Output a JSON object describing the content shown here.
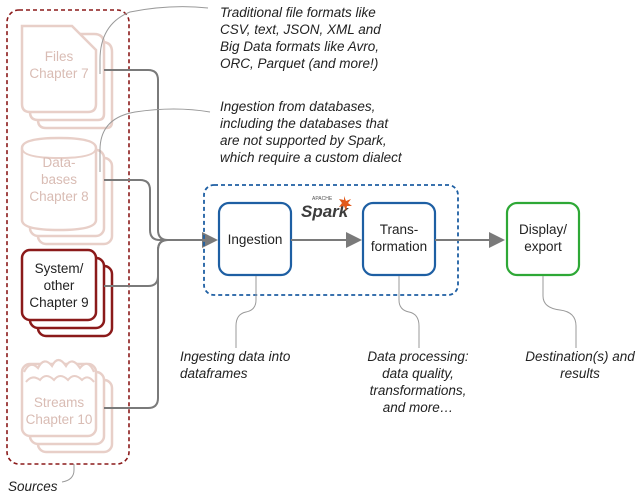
{
  "sources": {
    "files": {
      "line1": "Files",
      "line2": "Chapter 7"
    },
    "databases": {
      "line1": "Data-",
      "line2": "bases",
      "line3": "Chapter 8"
    },
    "system": {
      "line1": "System/",
      "line2": "other",
      "line3": "Chapter 9"
    },
    "streams": {
      "line1": "Streams",
      "line2": "Chapter 10"
    },
    "caption": "Sources"
  },
  "pipeline": {
    "ingestion": "Ingestion",
    "transformation": {
      "line1": "Trans-",
      "line2": "formation"
    },
    "display": {
      "line1": "Display/",
      "line2": "export"
    },
    "spark_logo": {
      "small": "APACHE",
      "main": "Spark"
    }
  },
  "notes": {
    "file_formats": [
      "Traditional file formats like",
      "CSV, text, JSON, XML and",
      "Big Data formats like Avro,",
      "ORC, Parquet (and more!)"
    ],
    "db_ingestion": [
      "Ingestion from databases,",
      "including the databases that",
      "are not supported by Spark,",
      "which require a custom dialect"
    ],
    "ingesting": [
      "Ingesting data into",
      "dataframes"
    ],
    "processing": [
      "Data processing:",
      "data quality,",
      "transformations,",
      "and more…"
    ],
    "destination": [
      "Destination(s) and",
      "results"
    ]
  },
  "colors": {
    "faded": "#e8cfc8",
    "dark_red": "#8b1a1a",
    "blue": "#1e5fa3",
    "green": "#2ea836",
    "line": "#7a7a7a",
    "spark_orange": "#e25a1c"
  }
}
